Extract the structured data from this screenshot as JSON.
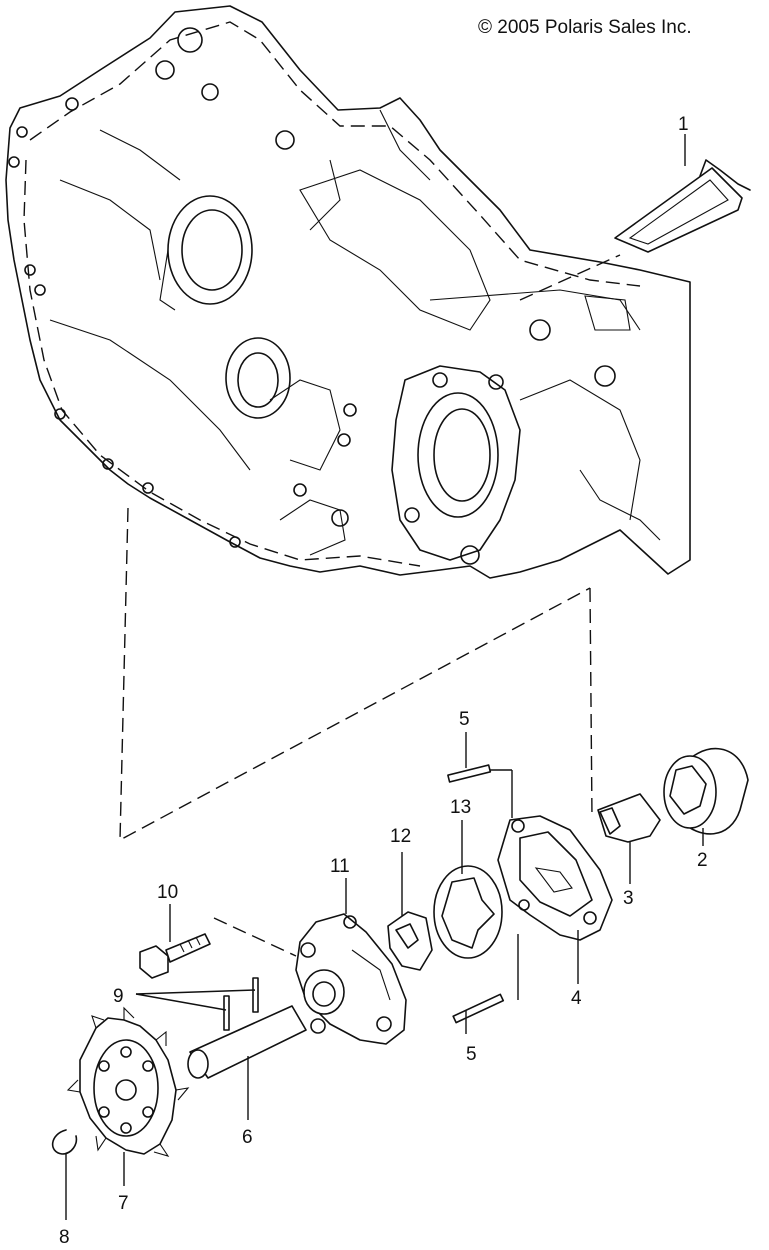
{
  "copyright": "© 2005 Polaris Sales Inc.",
  "callouts": [
    {
      "id": "c1",
      "label": "1"
    },
    {
      "id": "c2",
      "label": "2"
    },
    {
      "id": "c3",
      "label": "3"
    },
    {
      "id": "c4",
      "label": "4"
    },
    {
      "id": "c5a",
      "label": "5"
    },
    {
      "id": "c5b",
      "label": "5"
    },
    {
      "id": "c6",
      "label": "6"
    },
    {
      "id": "c7",
      "label": "7"
    },
    {
      "id": "c8",
      "label": "8"
    },
    {
      "id": "c9",
      "label": "9"
    },
    {
      "id": "c10",
      "label": "10"
    },
    {
      "id": "c11",
      "label": "11"
    },
    {
      "id": "c12",
      "label": "12"
    },
    {
      "id": "c13",
      "label": "13"
    }
  ]
}
